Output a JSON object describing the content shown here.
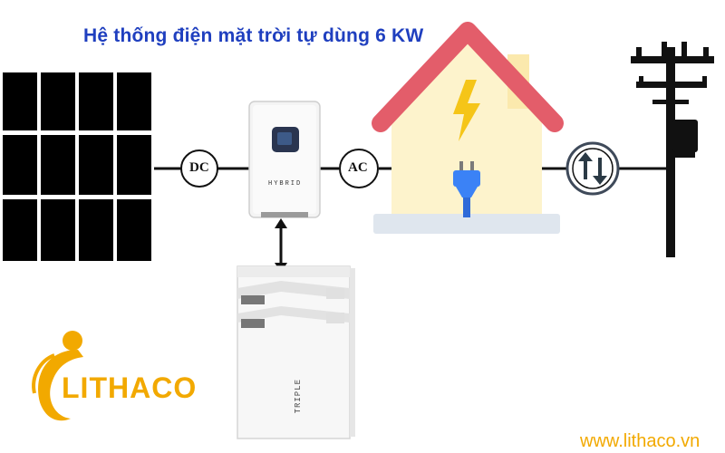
{
  "title": "Hệ thống điện mặt trời tự dùng 6 KW",
  "labels": {
    "dc": "DC",
    "ac": "AC",
    "inverter": "HYBRID",
    "battery_brand": "TRIPLE"
  },
  "logo": {
    "text": "LITHACO"
  },
  "website": "www.lithaco.vn",
  "colors": {
    "title": "#1f3fbf",
    "roof": "#e35d6a",
    "house_wall": "#fdf3cc",
    "lightning": "#f5c518",
    "plug": "#3b82f6",
    "logo": "#f2a900"
  }
}
